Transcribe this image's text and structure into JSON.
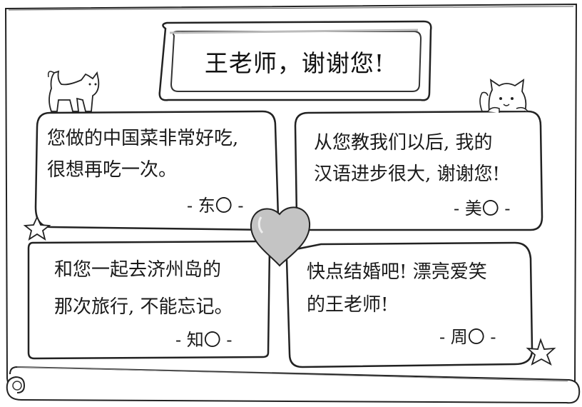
{
  "title": "王老师，谢谢您!",
  "messages": [
    {
      "lines": [
        "您做的中国菜非常好吃,",
        "很想再吃一次。"
      ],
      "signature": "- 东〇 -"
    },
    {
      "lines": [
        "从您教我们以后, 我的",
        "汉语进步很大, 谢谢您!"
      ],
      "signature": "- 美〇 -"
    },
    {
      "lines": [
        "和您一起去济州岛的",
        "那次旅行, 不能忘记。"
      ],
      "signature": "- 知〇 -"
    },
    {
      "lines": [
        "快点结婚吧!  漂亮爱笑",
        "的王老师!"
      ],
      "signature": "- 周〇 -"
    }
  ],
  "decorations": {
    "icons": [
      "cat-walking-icon",
      "cat-peeking-icon",
      "heart-icon",
      "star-left-icon",
      "star-right-icon",
      "scroll-curl-icon"
    ],
    "colors": {
      "ink": "#1a1a1a",
      "heart": "#bdbdbd",
      "paper": "#ffffff"
    }
  }
}
